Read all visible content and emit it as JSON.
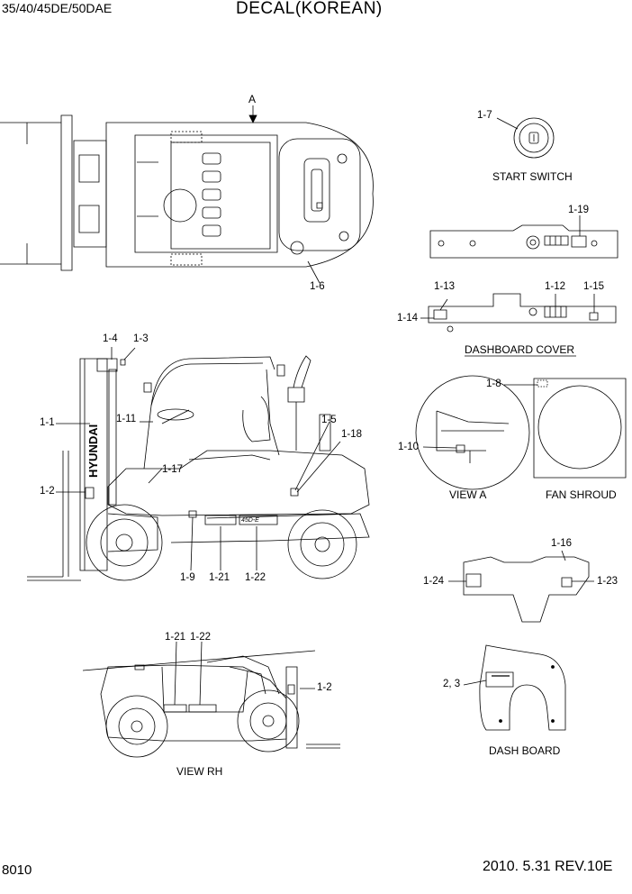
{
  "header": {
    "model": "35/40/45DE/50DAE",
    "title": "DECAL(KOREAN)"
  },
  "footer": {
    "page_number": "8010",
    "revision": "2010. 5.31  REV.10E"
  },
  "views": {
    "top_arrow": "A",
    "start_switch": "START SWITCH",
    "dashboard_cover": "DASHBOARD COVER",
    "view_a": "VIEW  A",
    "fan_shroud": "FAN SHROUD",
    "view_rh": "VIEW  RH",
    "dash_board": "DASH BOARD"
  },
  "mast_brand": "HYUNDAI",
  "model_badge": "45D-E",
  "callouts": {
    "c1_6": "1-6",
    "c1_7": "1-7",
    "c1_19": "1-19",
    "c1_13": "1-13",
    "c1_12": "1-12",
    "c1_15": "1-15",
    "c1_14": "1-14",
    "c1_4": "1-4",
    "c1_3": "1-3",
    "c1_1": "1-1",
    "c1_11": "1-11",
    "c1_5": "1-5",
    "c1_18": "1-18",
    "c1_17": "1-17",
    "c1_2": "1-2",
    "c1_9": "1-9",
    "c1_21": "1-21",
    "c1_22": "1-22",
    "c1_8": "1-8",
    "c1_10": "1-10",
    "c1_16": "1-16",
    "c1_24": "1-24",
    "c1_23": "1-23",
    "c1_21_rh": "1-21",
    "c1_22_rh": "1-22",
    "c1_2_rh": "1-2",
    "c2_3": "2, 3"
  }
}
